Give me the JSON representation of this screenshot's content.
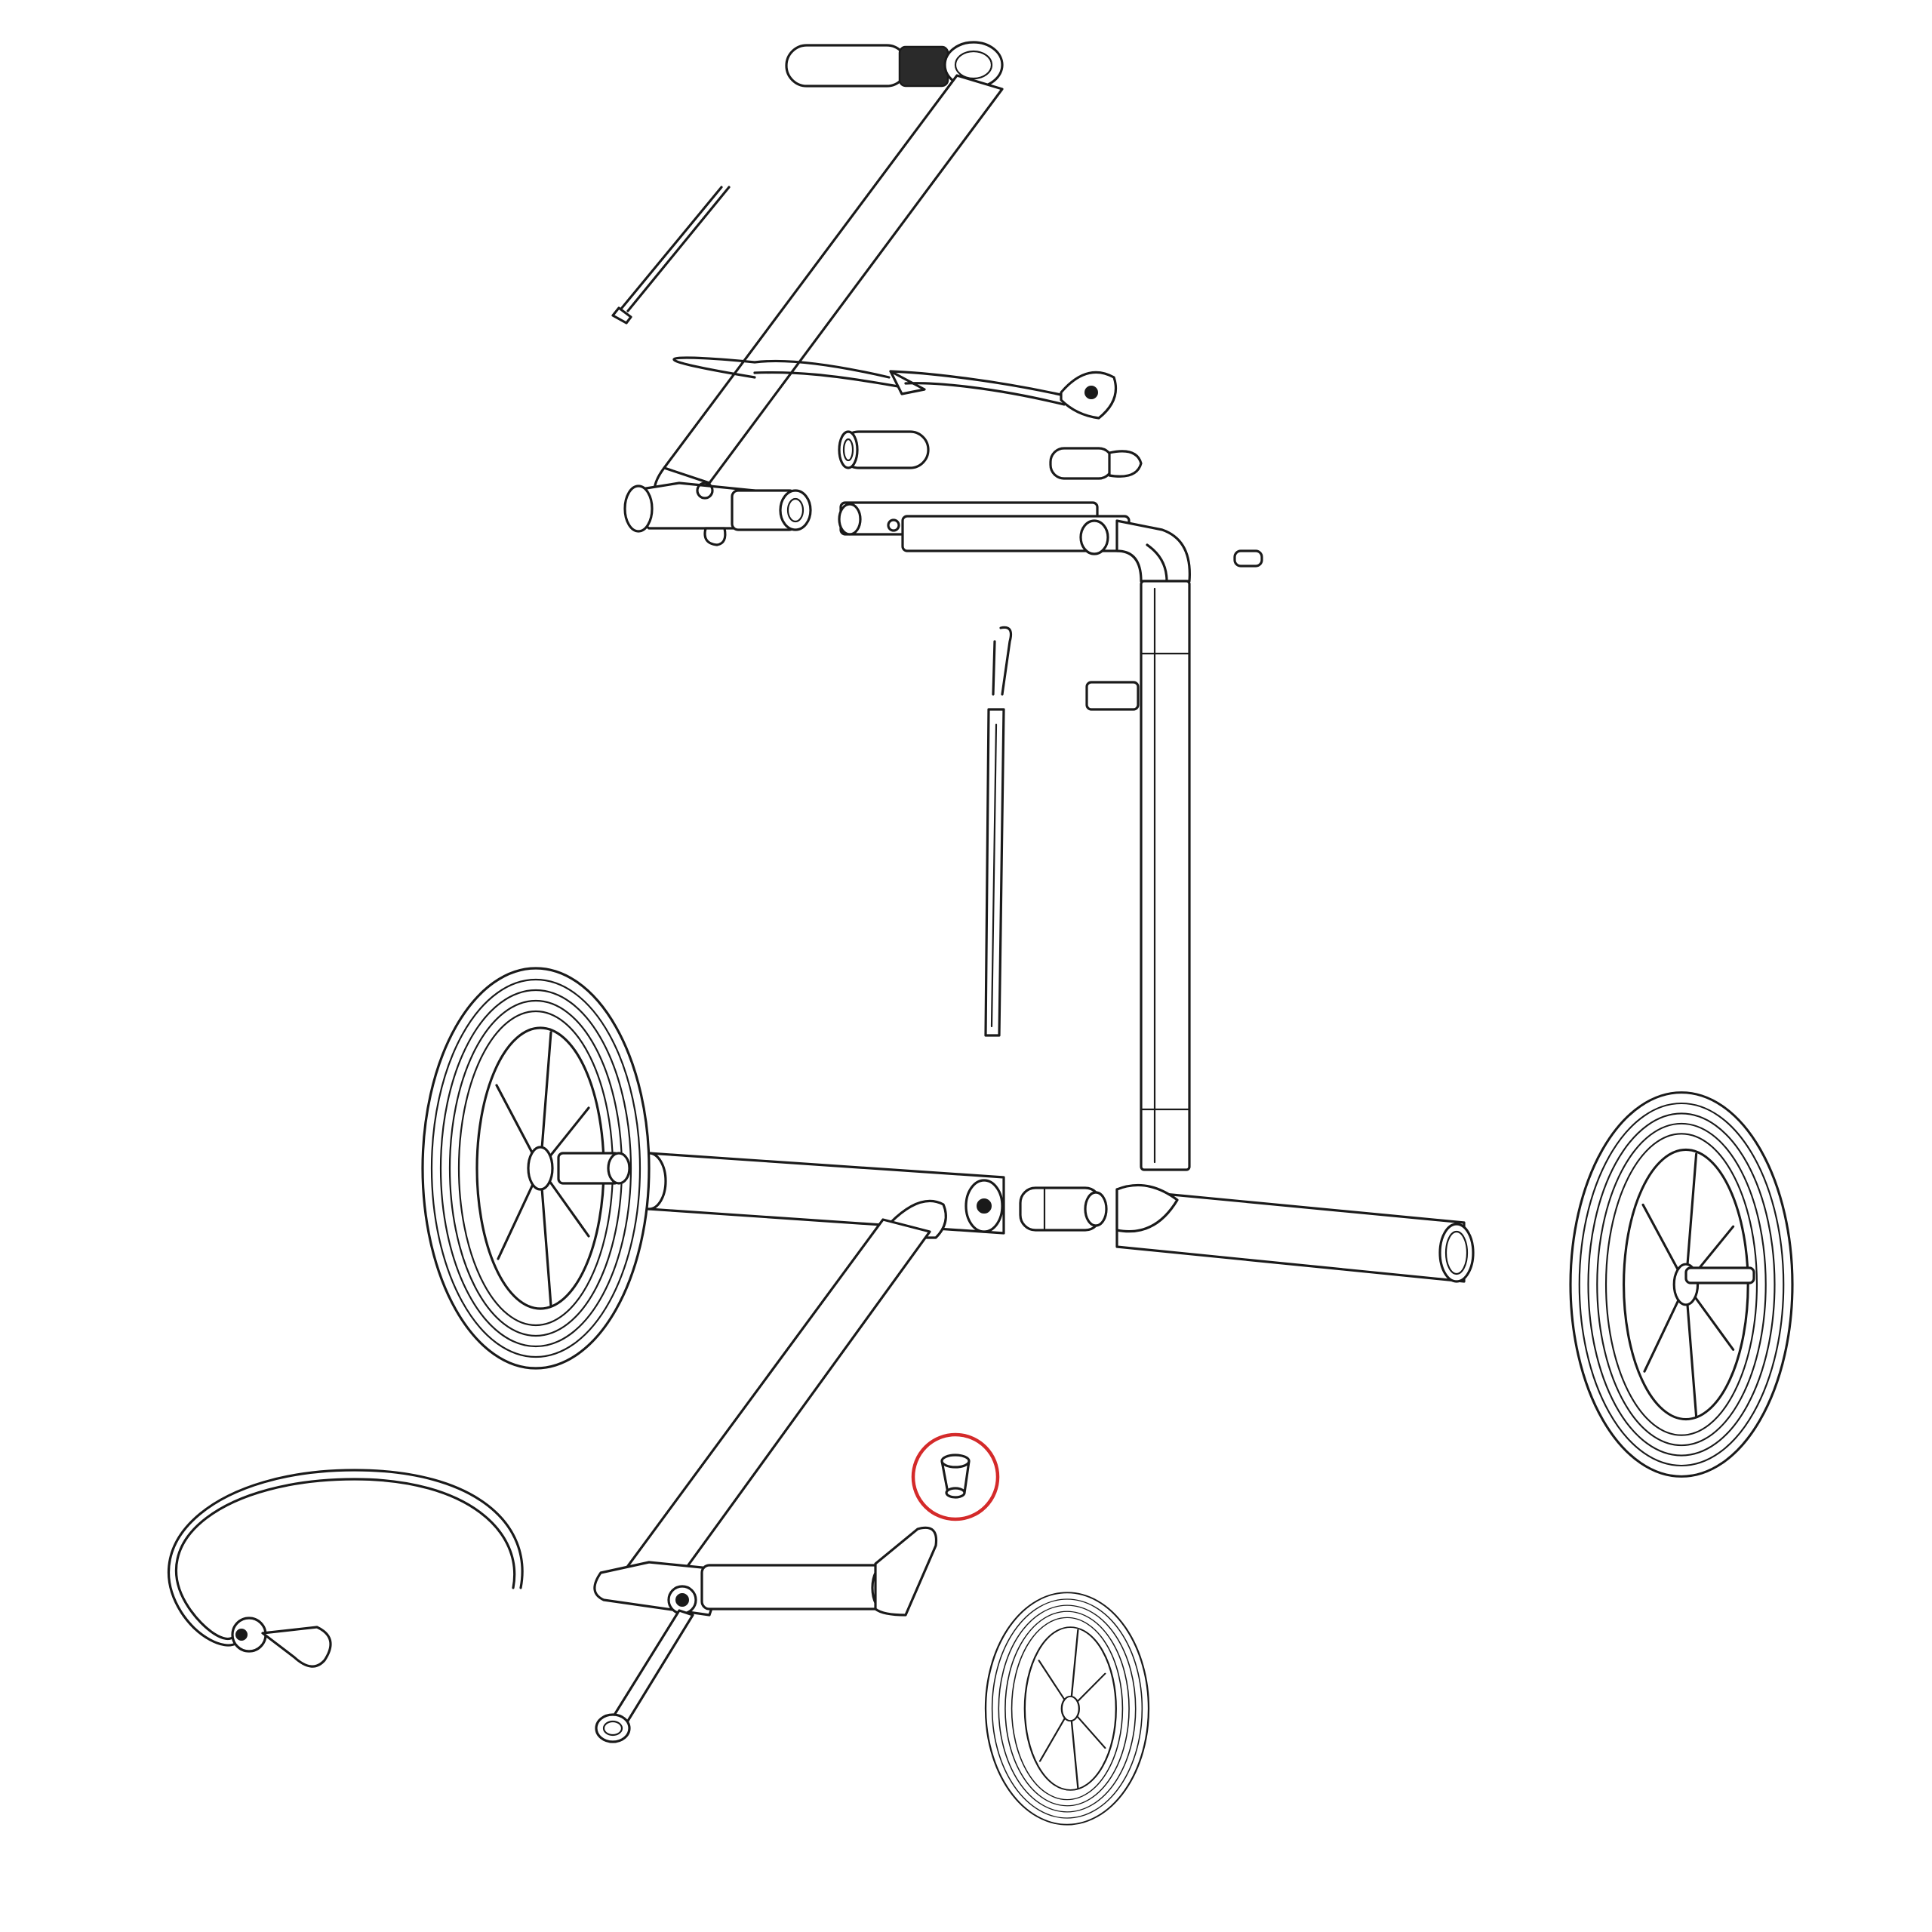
{
  "diagram": {
    "type": "exploded-parts-view",
    "subject": "push-trolley",
    "colors": {
      "line": "#1a1a1a",
      "background": "#ffffff",
      "highlight": "#d42a2a"
    },
    "highlighted_part": "small-nut"
  }
}
